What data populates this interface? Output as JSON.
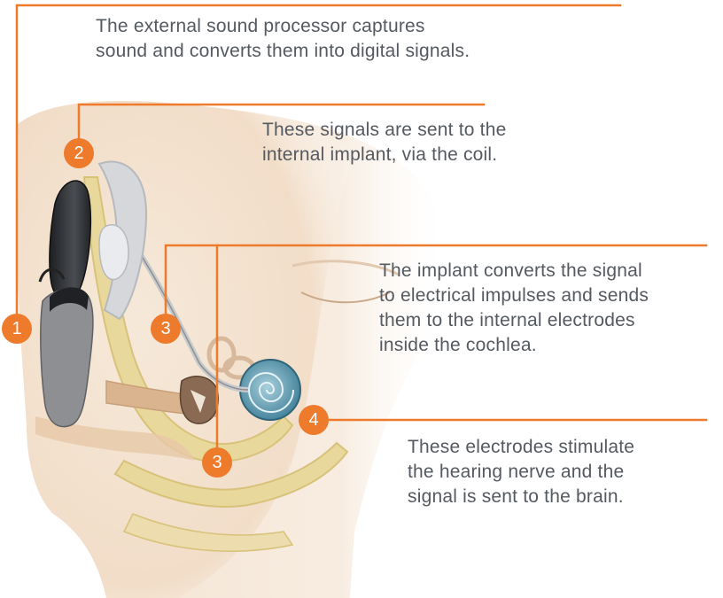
{
  "steps": [
    {
      "number": "1",
      "lines": [
        "The external sound processor captures",
        "sound and converts them into digital signals."
      ]
    },
    {
      "number": "2",
      "lines": [
        "These signals are sent to the",
        "internal implant, via the coil."
      ]
    },
    {
      "number": "3",
      "lines": [
        "The implant converts the signal",
        "to electrical impulses and sends",
        "them to the internal electrodes",
        "inside the cochlea."
      ]
    },
    {
      "number": "4",
      "lines": [
        "These electrodes stimulate",
        "the hearing nerve and the",
        "signal is sent to the brain."
      ]
    }
  ],
  "colors": {
    "accent": "#ee7b2c",
    "text": "#555a60",
    "skin": "#f3e3d0",
    "bone": "#e8d59a",
    "cochlea": "#5f9ab0",
    "device": "#2b2d30"
  }
}
